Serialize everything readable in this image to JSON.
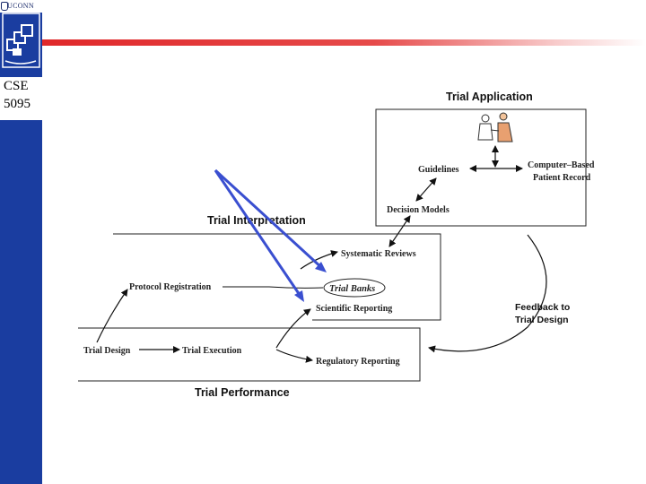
{
  "header": {
    "university": "UCONN",
    "course_line1": "CSE",
    "course_line2": "5095"
  },
  "sections": {
    "trial_application": "Trial Application",
    "trial_interpretation": "Trial Interpretation",
    "trial_performance": "Trial Performance",
    "feedback_line1": "Feedback to",
    "feedback_line2": "Trial Design"
  },
  "nodes": {
    "guidelines": "Guidelines",
    "cbpr_line1": "Computer–Based",
    "cbpr_line2": "Patient Record",
    "decision_models": "Decision Models",
    "systematic_reviews": "Systematic Reviews",
    "protocol_registration": "Protocol Registration",
    "trial_banks": "Trial Banks",
    "scientific_reporting": "Scientific Reporting",
    "trial_design": "Trial Design",
    "trial_execution": "Trial Execution",
    "regulatory_reporting": "Regulatory Reporting"
  },
  "colors": {
    "sidebar": "#1a3da0",
    "accent_bar": "#e0282a",
    "pointer_arrows": "#3a4fd0"
  }
}
